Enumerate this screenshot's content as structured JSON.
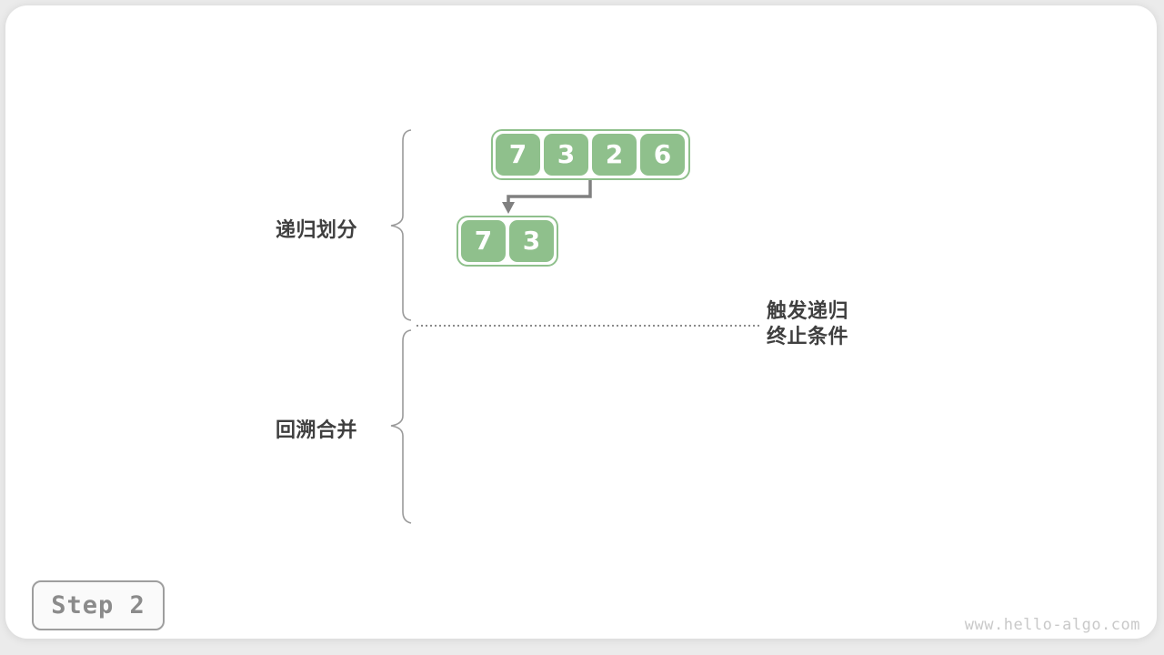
{
  "colors": {
    "background": "#ebebeb",
    "card": "#ffffff",
    "cell_green": "#8fc08c",
    "cell_text": "#ffffff",
    "label_text": "#3f3f3f",
    "arrow_gray": "#808080",
    "brace_gray": "#9a9a9a",
    "step_text": "#8b8b8b",
    "watermark_text": "#c9c9c9"
  },
  "diagram": {
    "title_context": "merge sort recursive division step",
    "labels": {
      "divide_phase": "递归划分",
      "merge_phase": "回溯合并",
      "terminate_line1": "触发递归",
      "terminate_line2": "终止条件"
    },
    "arrays": [
      {
        "name": "array-level-1",
        "values": [
          "7",
          "3",
          "2",
          "6"
        ]
      },
      {
        "name": "array-level-2",
        "values": [
          "7",
          "3"
        ]
      }
    ],
    "icons": {
      "arrow": "elbow-arrow-down-left",
      "brace_top": "left-curly-brace",
      "brace_bottom": "left-curly-brace",
      "separator": "dotted-line"
    }
  },
  "footer": {
    "step_label": "Step 2",
    "watermark": "www.hello-algo.com"
  }
}
